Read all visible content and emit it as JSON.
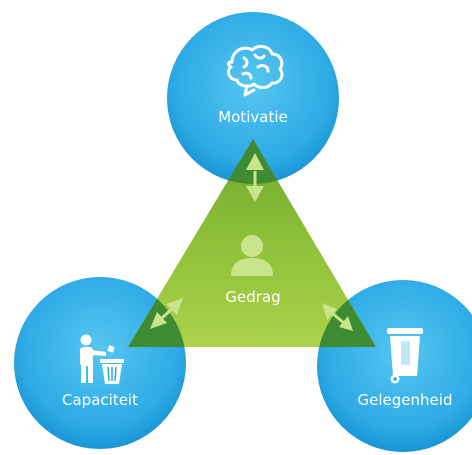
{
  "nodes": {
    "top": {
      "label": "Motivatie",
      "icon": "brain-icon"
    },
    "center": {
      "label": "Gedrag",
      "icon": "person-icon"
    },
    "left": {
      "label": "Capaciteit",
      "icon": "person-throwing-trash-icon"
    },
    "right": {
      "label": "Gelegenheid",
      "icon": "wheelie-bin-icon"
    }
  },
  "colors": {
    "circle_light": "#4fc1ee",
    "circle_dark": "#0f8fcf",
    "triangle_light": "#a7cf3f",
    "triangle_dark": "#6ba42b",
    "overlap": "#3d8a33",
    "arrow": "#c9e58b",
    "text": "#ffffff"
  }
}
